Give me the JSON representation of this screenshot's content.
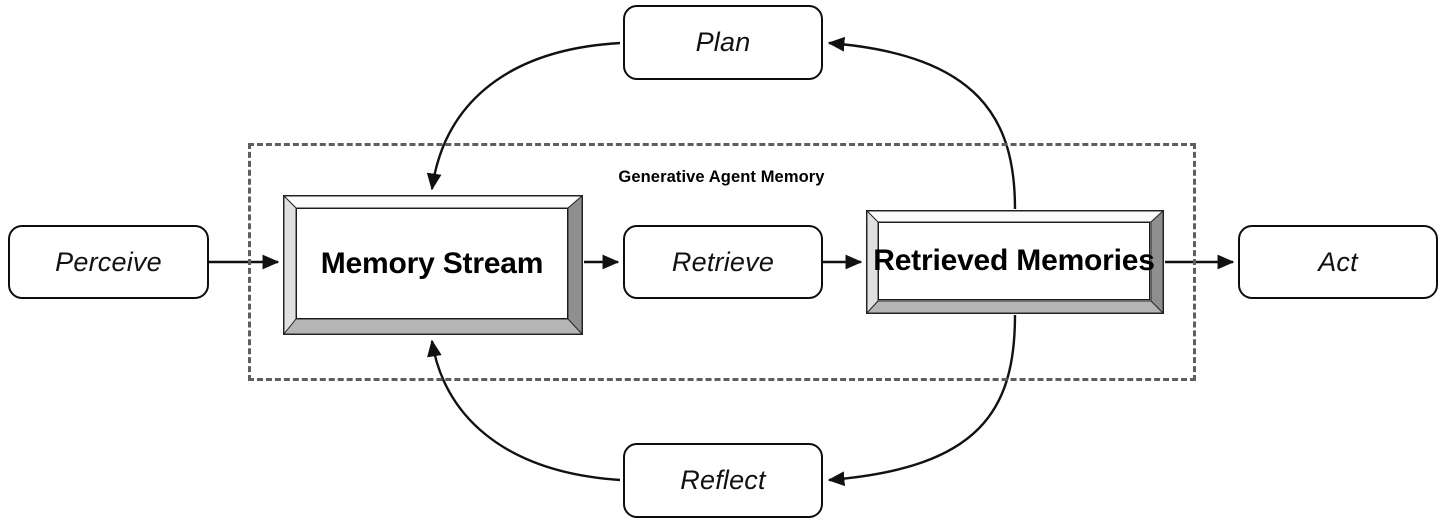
{
  "diagram": {
    "title": "Generative Agent Memory",
    "group": {
      "label": "Generative Agent Memory",
      "border_style": "dashed",
      "border_color": "#5e5e5e"
    },
    "nodes": [
      {
        "id": "perceive",
        "label": "Perceive",
        "shape": "rounded-rect",
        "style": "italic"
      },
      {
        "id": "memory-stream",
        "label": "Memory Stream",
        "shape": "3d-plaque",
        "style": "bold"
      },
      {
        "id": "retrieve",
        "label": "Retrieve",
        "shape": "rounded-rect",
        "style": "italic"
      },
      {
        "id": "retrieved-memories",
        "label": "Retrieved Memories",
        "shape": "3d-plaque",
        "style": "bold"
      },
      {
        "id": "act",
        "label": "Act",
        "shape": "rounded-rect",
        "style": "italic"
      },
      {
        "id": "plan",
        "label": "Plan",
        "shape": "rounded-rect",
        "style": "italic"
      },
      {
        "id": "reflect",
        "label": "Reflect",
        "shape": "rounded-rect",
        "style": "italic"
      }
    ],
    "edges": [
      {
        "from": "perceive",
        "to": "memory-stream",
        "kind": "straight"
      },
      {
        "from": "memory-stream",
        "to": "retrieve",
        "kind": "straight"
      },
      {
        "from": "retrieve",
        "to": "retrieved-memories",
        "kind": "straight"
      },
      {
        "from": "retrieved-memories",
        "to": "act",
        "kind": "straight"
      },
      {
        "from": "retrieved-memories",
        "to": "plan",
        "kind": "curved"
      },
      {
        "from": "plan",
        "to": "memory-stream",
        "kind": "curved"
      },
      {
        "from": "retrieved-memories",
        "to": "reflect",
        "kind": "curved"
      },
      {
        "from": "reflect",
        "to": "memory-stream",
        "kind": "curved"
      }
    ],
    "colors": {
      "stroke": "#111111",
      "group_border": "#5e5e5e",
      "plaque_bevel_light": "#f2f2f2",
      "plaque_bevel_dark": "#9a9a9a",
      "background": "#ffffff"
    }
  }
}
